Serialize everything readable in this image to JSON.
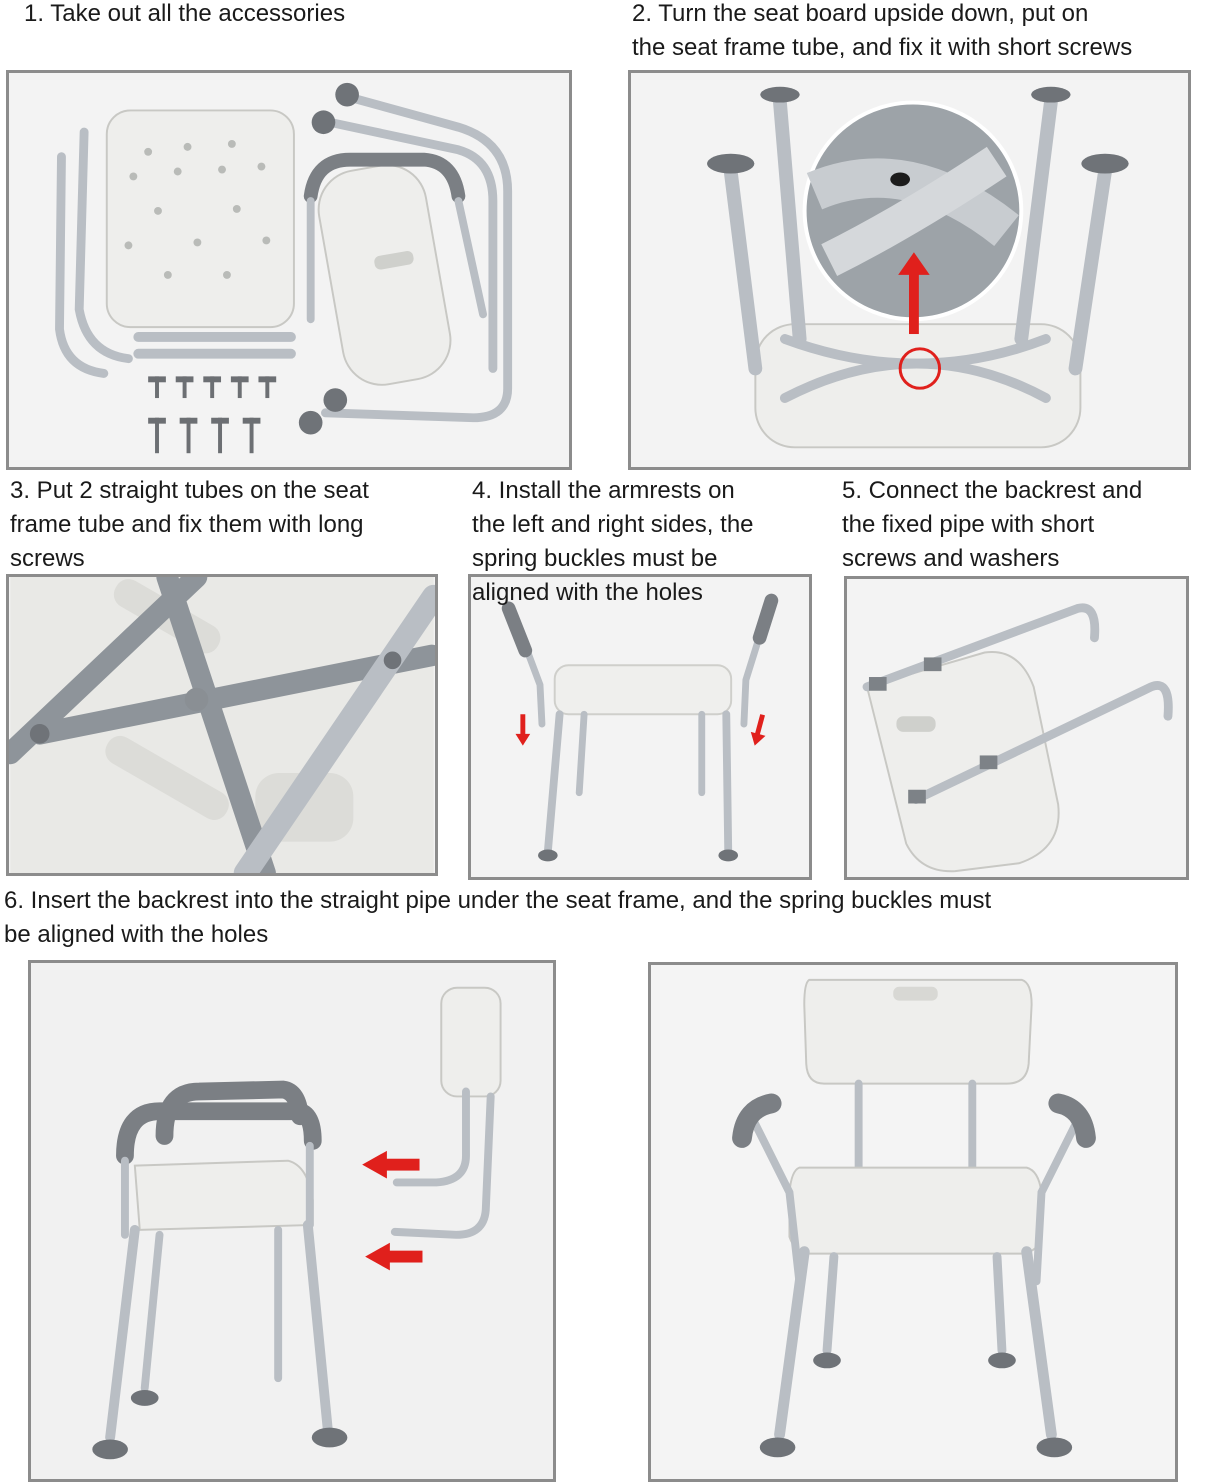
{
  "steps": [
    {
      "id": 1,
      "lines": [
        "1. Take out all the accessories"
      ]
    },
    {
      "id": 2,
      "lines": [
        "2. Turn the seat board upside down, put on",
        "the seat frame tube, and fix it with short screws"
      ]
    },
    {
      "id": 3,
      "lines": [
        "3. Put 2 straight tubes on the seat",
        "frame tube and fix them with long",
        "screws"
      ]
    },
    {
      "id": 4,
      "lines": [
        "4. Install the armrests on",
        "the left and right sides, the",
        "spring buckles must be",
        "aligned with the holes"
      ]
    },
    {
      "id": 5,
      "lines": [
        "5. Connect the backrest and",
        "the fixed pipe with short",
        "screws and washers"
      ]
    },
    {
      "id": 6,
      "lines": [
        "6. Insert the backrest into the straight pipe under the seat frame, and the spring buckles must",
        "be aligned with the holes"
      ]
    }
  ],
  "colors": {
    "arrow": "#e0201c",
    "frame": "#8c8c8c",
    "tube": "#b9bec4",
    "grip": "#7b7f84"
  }
}
